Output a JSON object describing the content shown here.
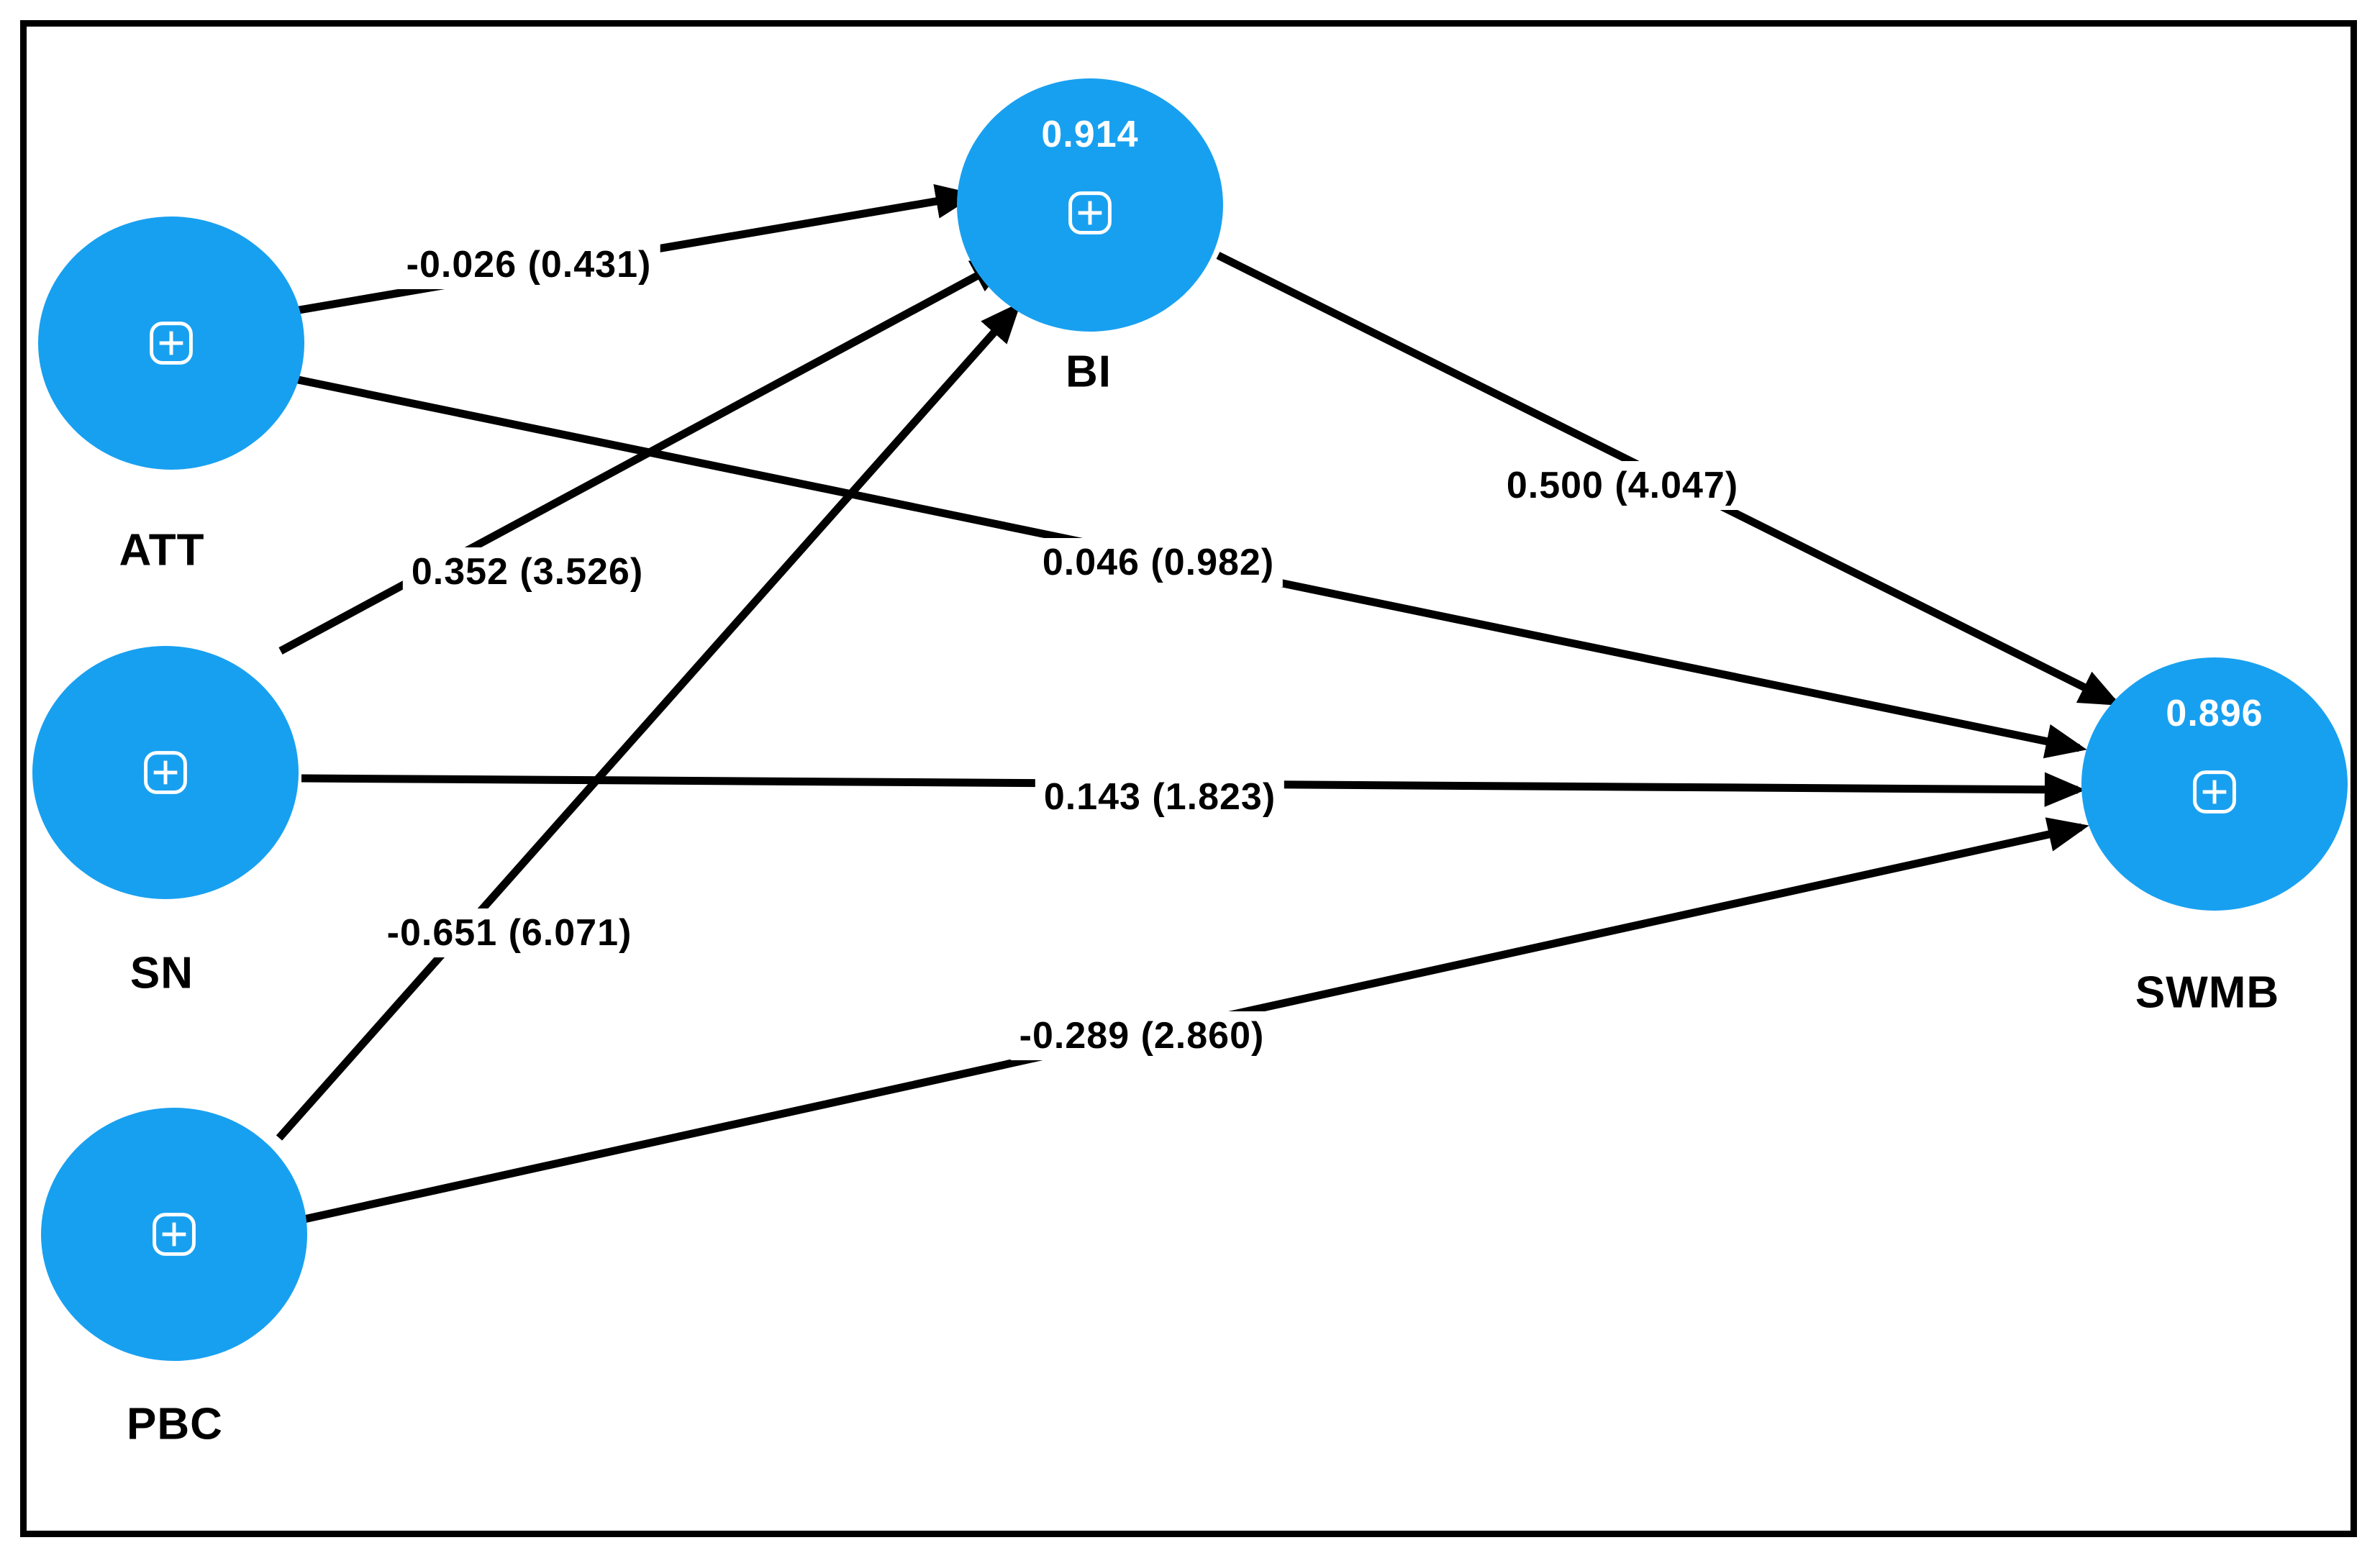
{
  "diagram": {
    "kind": "structural-equation-path-model",
    "colors": {
      "node_fill": "#18A0F0",
      "line": "#000000",
      "background": "#FFFFFF",
      "r_squared_text": "#FFFFFF",
      "label_text": "#000000"
    },
    "nodes": [
      {
        "id": "ATT",
        "label": "ATT",
        "r_squared": null
      },
      {
        "id": "SN",
        "label": "SN",
        "r_squared": null
      },
      {
        "id": "PBC",
        "label": "PBC",
        "r_squared": null
      },
      {
        "id": "BI",
        "label": "BI",
        "r_squared": "0.914"
      },
      {
        "id": "SWMB",
        "label": "SWMB",
        "r_squared": "0.896"
      }
    ],
    "paths": [
      {
        "from": "ATT",
        "to": "BI",
        "label": "-0.026 (0.431)"
      },
      {
        "from": "SN",
        "to": "BI",
        "label": "0.352 (3.526)"
      },
      {
        "from": "PBC",
        "to": "BI",
        "label": "-0.651 (6.071)"
      },
      {
        "from": "BI",
        "to": "SWMB",
        "label": "0.500 (4.047)"
      },
      {
        "from": "ATT",
        "to": "SWMB",
        "label": "0.046 (0.982)"
      },
      {
        "from": "SN",
        "to": "SWMB",
        "label": "0.143 (1.823)"
      },
      {
        "from": "PBC",
        "to": "SWMB",
        "label": "-0.289 (2.860)"
      }
    ]
  }
}
